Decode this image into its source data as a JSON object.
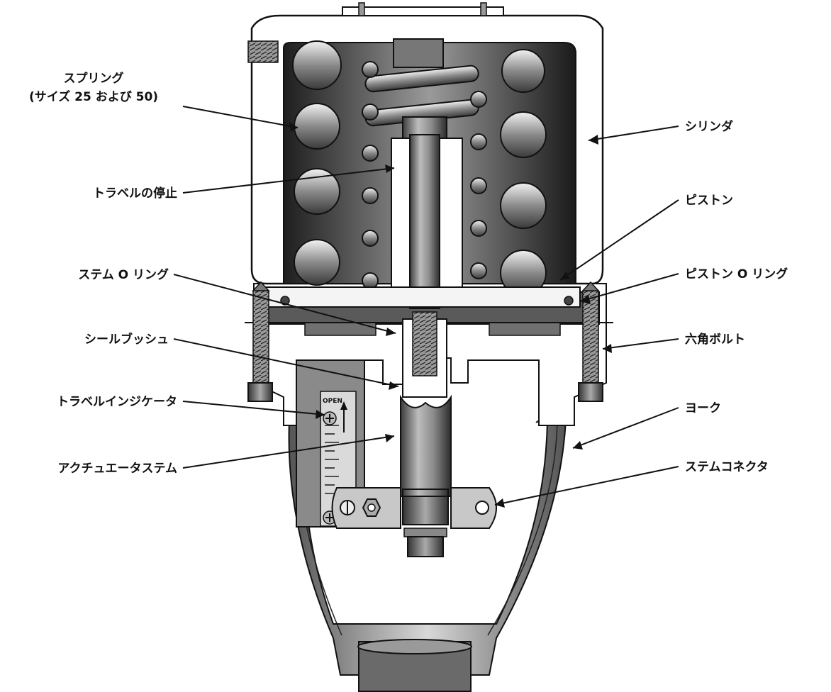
{
  "diagram": {
    "labels": {
      "spring_line1": "スプリング",
      "spring_line2": "(サイズ 25 および 50)",
      "travel_stop": "トラベルの停止",
      "stem_oring": "ステム O リング",
      "seal_bushing": "シールブッシュ",
      "travel_indicator": "トラベルインジケータ",
      "actuator_stem": "アクチュエータステム",
      "cylinder": "シリンダ",
      "piston": "ピストン",
      "piston_oring": "ピストン O リング",
      "hex_bolt": "六角ボルト",
      "yoke": "ヨーク",
      "stem_connector": "ステムコネクタ",
      "indicator_open": "OPEN"
    }
  }
}
